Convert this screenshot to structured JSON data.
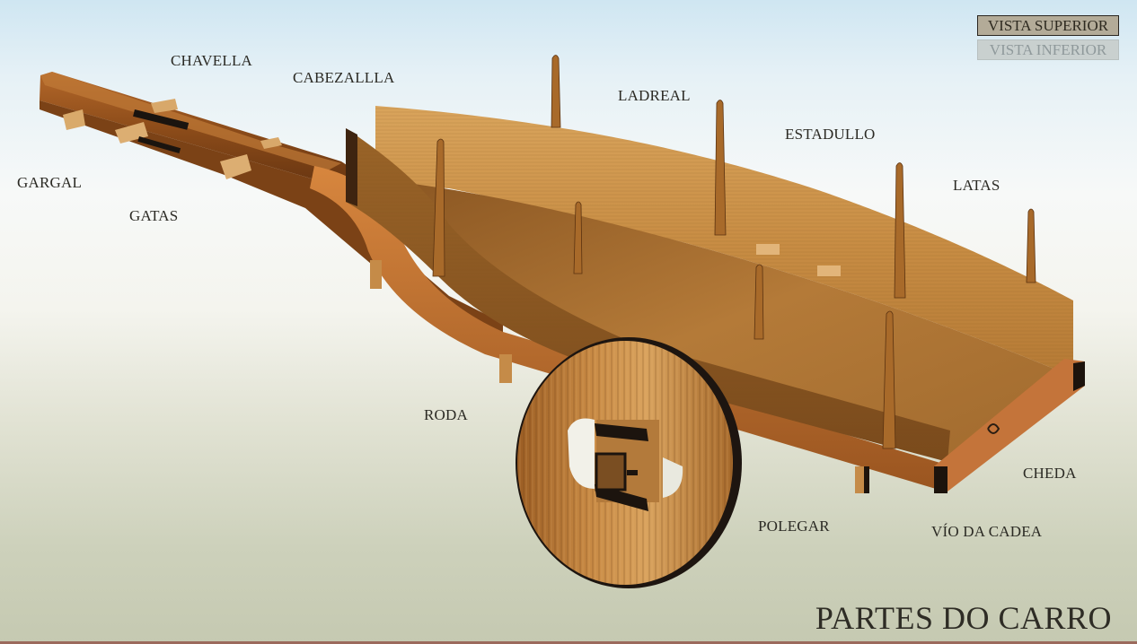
{
  "title": "PARTES DO CARRO",
  "view_buttons": {
    "superior": "VISTA SUPERIOR",
    "inferior": "VISTA INFERIOR",
    "active": "superior"
  },
  "labels": {
    "chavella": "CHAVELLA",
    "cabezalla": "CABEZALLLA",
    "gargal": "GARGAL",
    "gatas": "GATAS",
    "ladreal": "LADREAL",
    "estadullo": "ESTADULLO",
    "latas": "LATAS",
    "roda": "RODA",
    "polegar": "POLEGAR",
    "cheda": "CHEDA",
    "vio_da_cadea": "VÍO DA CADEA"
  },
  "colors": {
    "wood_light": "#c98f45",
    "wood_mid": "#a86a2a",
    "wood_dark": "#6e3f17",
    "iron": "#1c1712",
    "active_button_bg": "#b3ab98",
    "inactive_button_bg": "#c9d0cf",
    "text": "#2b2a24"
  }
}
